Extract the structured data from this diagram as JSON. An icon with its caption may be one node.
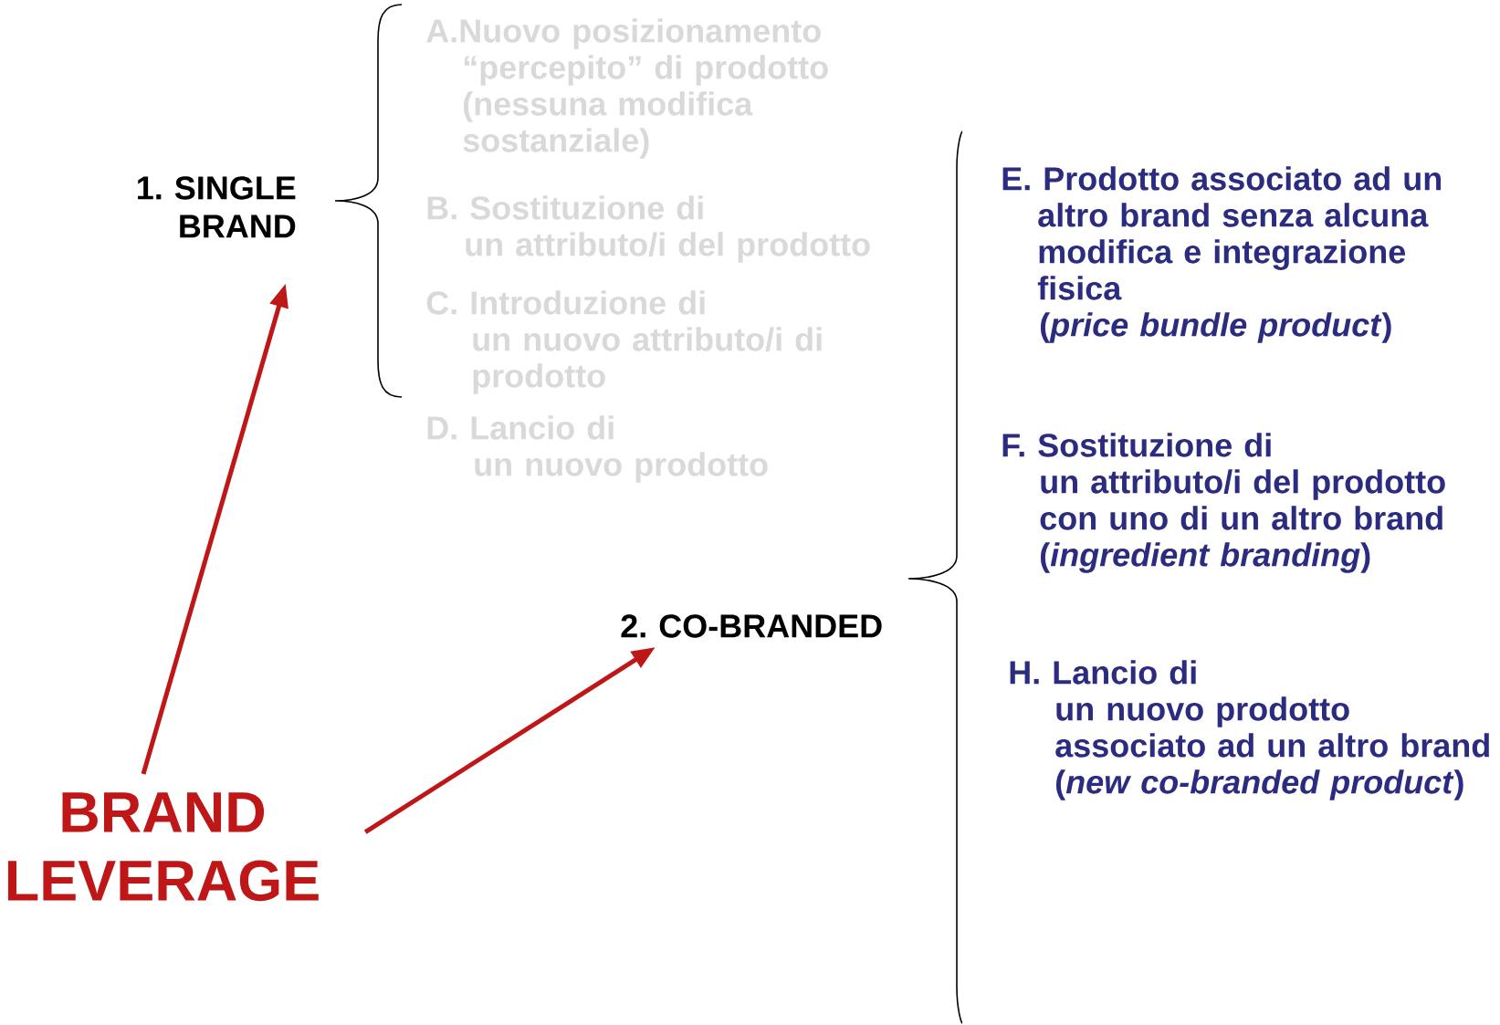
{
  "diagram": {
    "nodes": [
      {
        "text": [
          "BRAND LEVERAGE"
        ]
      },
      {
        "text": [
          "1. SINGLE BRAND"
        ]
      },
      {
        "text": [
          "2. CO-BRANDED"
        ]
      }
    ],
    "edges": [
      {
        "from": 0,
        "to": 1,
        "arrow": "to"
      },
      {
        "from": 0,
        "to": 2,
        "arrow": "to"
      }
    ],
    "labels": [
      "A.Nuovo posizionamento “percepito” di prodotto (nessuna modifica sostanziale)",
      "B. Sostituzione di un attributo/i del prodotto",
      "C. Introduzione di un nuovo attributo/i di prodotto",
      "D. Lancio di un nuovo prodotto",
      "E. Prodotto associato ad un altro brand senza alcuna modifica e integrazione fisica (*price bundle product*)",
      "F. Sostituzione di un attributo/i del prodotto con uno di un altro brand (*ingredient branding*)",
      "H. Lancio di un nuovo prodotto associato ad un altro brand (*new co-branded product*)"
    ]
  }
}
